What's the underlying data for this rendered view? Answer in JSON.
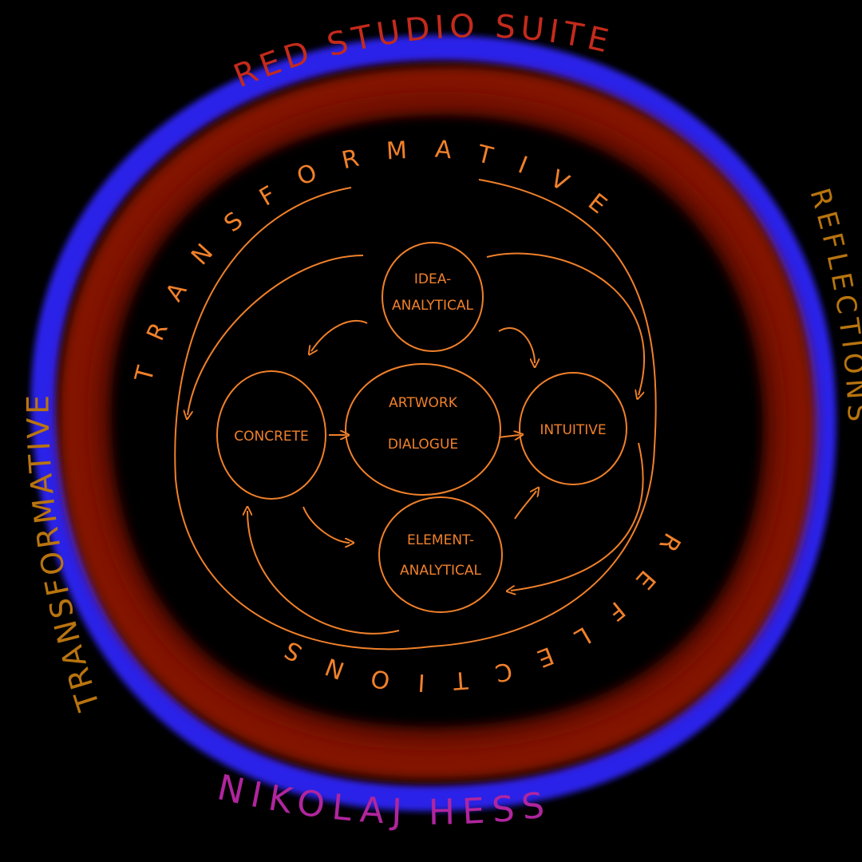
{
  "title": "RED STUDIO SUITE",
  "author": "NIKOLAJ HESS",
  "left_side_text": "TRANSFORMATIVE",
  "right_side_text": "REFLECTIONS",
  "inner_ring": {
    "top": "TRANSFORMATIVE",
    "bottom": "REFLECTIONS"
  },
  "nodes": {
    "center": {
      "line1": "ARTWORK",
      "line2": "DIALOGUE"
    },
    "top": {
      "line1": "IDEA-",
      "line2": "ANALYTICAL"
    },
    "left": {
      "line1": "CONCRETE"
    },
    "right": {
      "line1": "INTUITIVE"
    },
    "bottom": {
      "line1": "ELEMENT-",
      "line2": "ANALYTICAL"
    }
  },
  "colors": {
    "background": "#000000",
    "blue_ring": "#2a22e8",
    "red_ring": "#8a1206",
    "orange_lines": "#f0802a",
    "side_text": "#b8740f",
    "title_red": "#c42a1c",
    "author_magenta": "#b0259e"
  }
}
